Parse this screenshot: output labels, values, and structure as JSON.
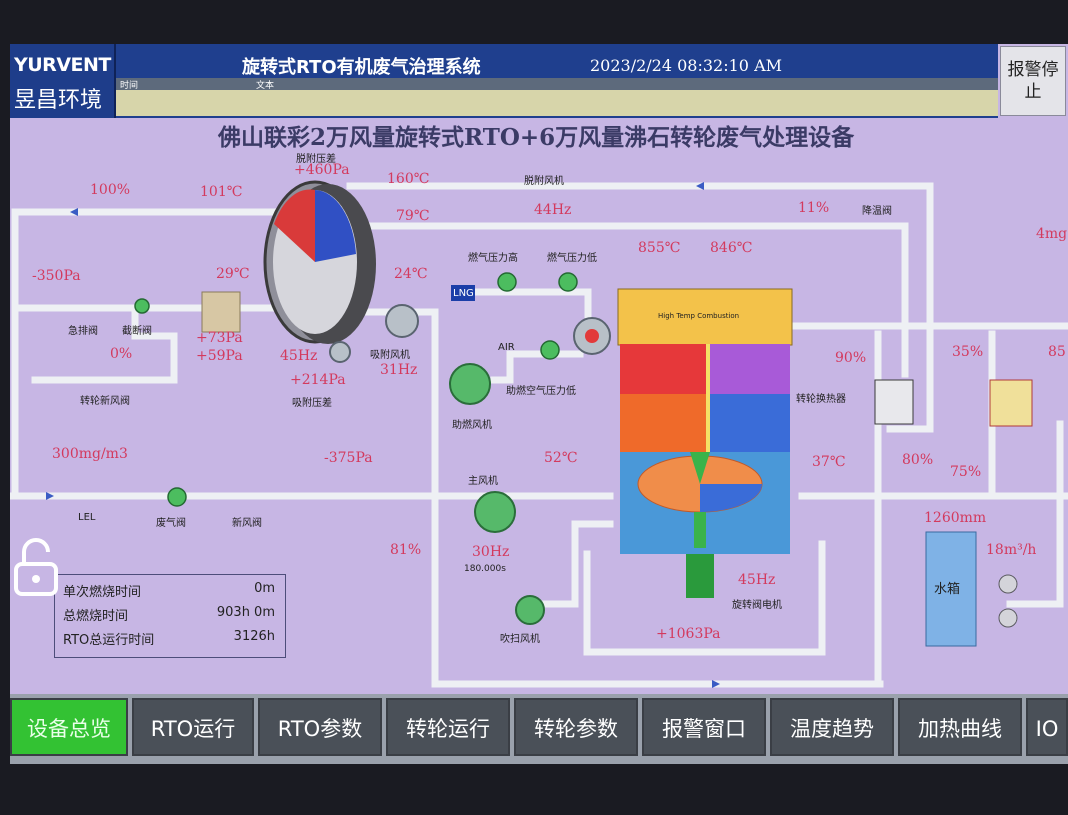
{
  "header": {
    "logo_en": "YURVENT",
    "logo_cn": "昱昌环境",
    "system_title": "旋转式RTO有机废气治理系统",
    "datetime": "2023/2/24 08:32:10 AM",
    "alarm_col_time": "时间",
    "alarm_col_text": "文本",
    "alarm_stop": "报警停止"
  },
  "main_title": "佛山联彩2万风量旋转式RTO+6万风量沸石转轮废气处理设备",
  "labels": {
    "desorb_pressure_diff": "脱附压差",
    "desorb_pressure_val": "+460Pa",
    "desorb_fan": "脱附风机",
    "cool_valve": "降温阀",
    "cool_valve_pct": "11%",
    "temp_101": "101℃",
    "temp_160": "160℃",
    "temp_79": "79℃",
    "hz_44": "44Hz",
    "pct_100": "100%",
    "press_neg350": "-350Pa",
    "temp_29": "29℃",
    "temp_24": "24℃",
    "emergency_valve": "急排阀",
    "shutoff_valve": "截断阀",
    "pct_0": "0%",
    "wheel_fresh_valve": "转轮新风阀",
    "press_73": "+73Pa",
    "press_59": "+59Pa",
    "hz_45": "45Hz",
    "adsorb_fan": "吸附风机",
    "hz_31": "31Hz",
    "press_214": "+214Pa",
    "adsorb_pressure_diff": "吸附压差",
    "gas_press_high": "燃气压力高",
    "gas_press_low": "燃气压力低",
    "lng": "LNG",
    "air": "AIR",
    "comb_air_press_low": "助燃空气压力低",
    "comb_fan": "助燃风机",
    "temp_855": "855℃",
    "temp_846": "846℃",
    "wheel_hx": "转轮换热器",
    "pct_90": "90%",
    "pct_80": "80%",
    "pct_35": "35%",
    "pct_75": "75%",
    "pct_85": "85",
    "mg_4": "4mg",
    "lel_val": "300mg/m3",
    "lel": "LEL",
    "waste_valve": "废气阀",
    "fresh_valve": "新风阀",
    "press_neg375": "-375Pa",
    "main_fan": "主风机",
    "temp_52": "52℃",
    "temp_37": "37℃",
    "pct_81": "81%",
    "hz_30": "30Hz",
    "main_fan_flow": "180.000s",
    "purge_fan": "吹扫风机",
    "rot_valve_motor": "旋转阀电机",
    "rot_hz": "45Hz",
    "press_1063": "+1063Pa",
    "water_level": "1260mm",
    "flow_18": "18m³/h",
    "water_tank": "水箱",
    "high_temp_zone": "High Temp Combustion"
  },
  "info": {
    "single_burn_label": "单次燃烧时间",
    "single_burn_val": "0m",
    "total_burn_label": "总燃烧时间",
    "total_burn_val": "903h  0m",
    "rto_total_label": "RTO总运行时间",
    "rto_total_val": "3126h"
  },
  "nav": [
    {
      "label": "设备总览",
      "active": true
    },
    {
      "label": "RTO运行",
      "active": false
    },
    {
      "label": "RTO参数",
      "active": false
    },
    {
      "label": "转轮运行",
      "active": false
    },
    {
      "label": "转轮参数",
      "active": false
    },
    {
      "label": "报警窗口",
      "active": false
    },
    {
      "label": "温度趋势",
      "active": false
    },
    {
      "label": "加热曲线",
      "active": false
    },
    {
      "label": "IO",
      "active": false
    }
  ],
  "colors": {
    "background": "#c7b6e4",
    "header": "#1f3f8e",
    "value_red": "#d33a5e",
    "nav_active": "#33c233",
    "pipe": "#f2f2f6"
  }
}
